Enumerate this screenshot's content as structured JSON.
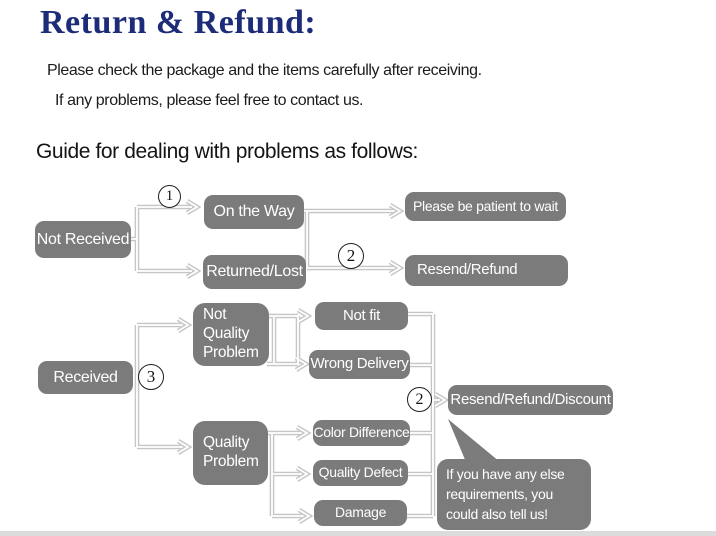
{
  "header": {
    "title": "Return & Refund:",
    "subtitle_line1": "Please check the package and the items carefully after receiving.",
    "subtitle_line2": "If any problems, please feel free to contact us.",
    "guide_heading": "Guide for dealing with problems as follows:"
  },
  "colors": {
    "title_navy": "#1c2c78",
    "node_gray": "#7b7b7b",
    "node_text": "#ffffff",
    "connector_gray": "#c6c6c6"
  },
  "flowchart": {
    "nodes": {
      "not_received": "Not Received",
      "on_the_way": "On the Way",
      "returned_lost": "Returned/Lost",
      "please_wait": "Please be patient to wait",
      "resend_refund": "Resend/Refund",
      "received": "Received",
      "not_quality_problem": "Not Quality Problem",
      "not_fit": "Not fit",
      "wrong_delivery": "Wrong Delivery",
      "quality_problem": "Quality Problem",
      "color_difference": "Color Difference",
      "quality_defect": "Quality Defect",
      "damage": "Damage",
      "resend_refund_discount": "Resend/Refund/Discount"
    },
    "step_markers": {
      "step1": "1",
      "step2": "2",
      "step3": "3"
    },
    "note_bubble": "If you have any else requirements, you could also tell us!"
  }
}
